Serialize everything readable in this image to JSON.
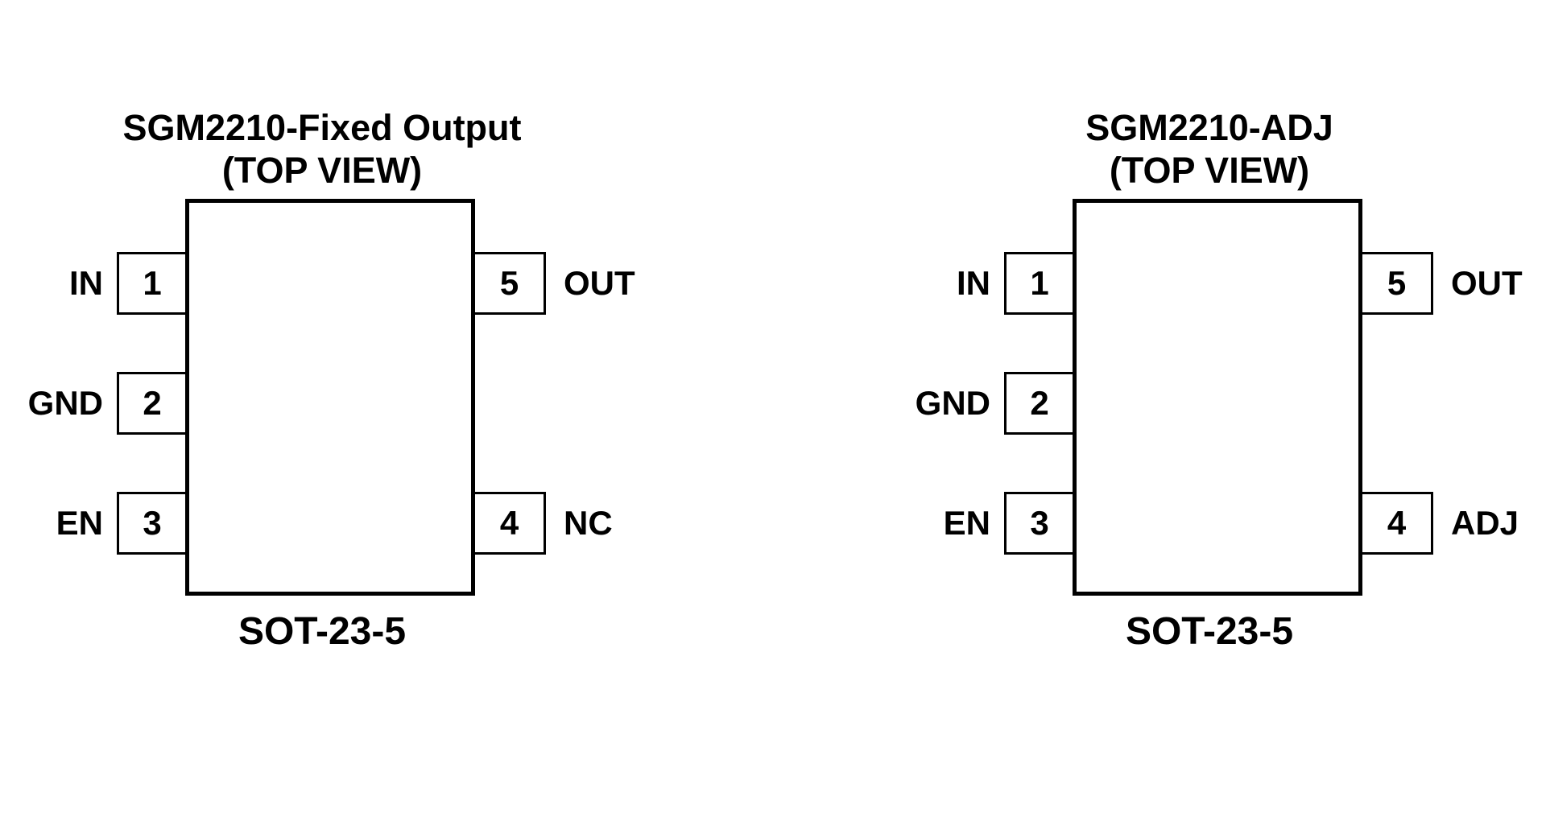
{
  "page": {
    "background_color": "#ffffff",
    "ink_color": "#000000"
  },
  "diagrams": [
    {
      "title_line1": "SGM2210-Fixed Output",
      "title_line2": "(TOP VIEW)",
      "package_label": "SOT-23-5",
      "left_pins": [
        {
          "number": "1",
          "name": "IN"
        },
        {
          "number": "2",
          "name": "GND"
        },
        {
          "number": "3",
          "name": "EN"
        }
      ],
      "right_pins": [
        {
          "number": "5",
          "name": "OUT"
        },
        {
          "number": "4",
          "name": "NC"
        }
      ]
    },
    {
      "title_line1": "SGM2210-ADJ",
      "title_line2": "(TOP VIEW)",
      "package_label": "SOT-23-5",
      "left_pins": [
        {
          "number": "1",
          "name": "IN"
        },
        {
          "number": "2",
          "name": "GND"
        },
        {
          "number": "3",
          "name": "EN"
        }
      ],
      "right_pins": [
        {
          "number": "5",
          "name": "OUT"
        },
        {
          "number": "4",
          "name": "ADJ"
        }
      ]
    }
  ]
}
